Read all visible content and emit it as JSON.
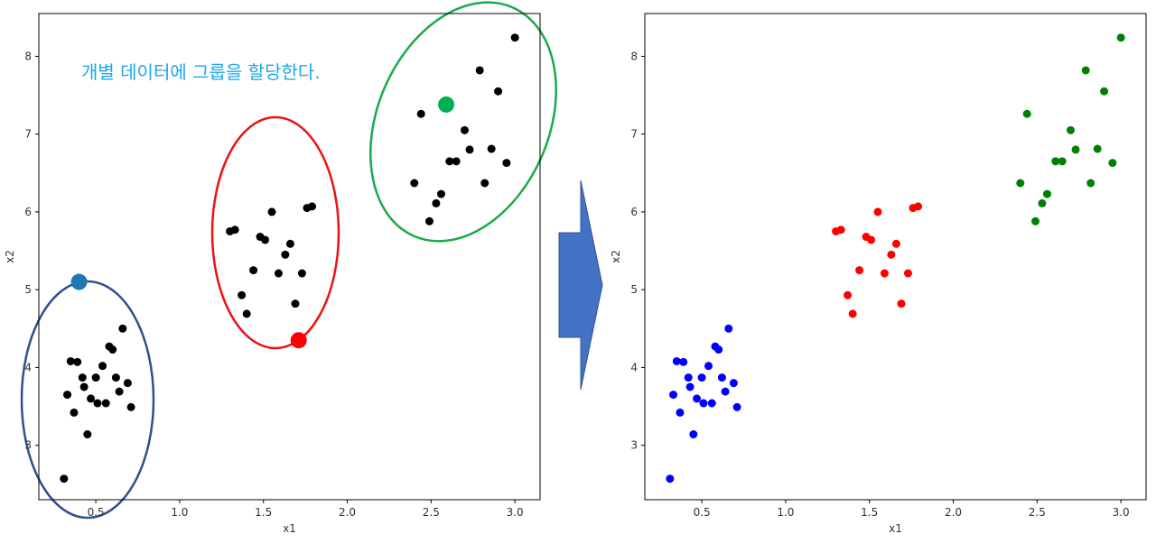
{
  "annotation": {
    "text": "개별 데이터에 그룹을 할당한다.",
    "color": "#1ba7e8"
  },
  "colors": {
    "unassigned": "#000000",
    "ellipse_blue": "#2f4f8f",
    "ellipse_red": "#ee1111",
    "ellipse_green": "#1aaa4a",
    "centroid_blue": "#1f77b4",
    "centroid_red": "#ff0000",
    "centroid_green": "#00b050",
    "arrow_fill": "#4472c4",
    "arrow_stroke": "#2f528f"
  },
  "chart_data": [
    {
      "type": "scatter",
      "xlabel": "x1",
      "ylabel": "x2",
      "xlim": [
        0.16,
        3.15
      ],
      "ylim": [
        2.3,
        8.55
      ],
      "xticks": [
        "0.5",
        "1.0",
        "1.5",
        "2.0",
        "2.5",
        "3.0"
      ],
      "yticks": [
        "3",
        "4",
        "5",
        "6",
        "7",
        "8"
      ],
      "grid": false,
      "series": [
        {
          "color": "#000000",
          "points": [
            [
              0.31,
              2.57
            ],
            [
              0.33,
              3.65
            ],
            [
              0.35,
              4.08
            ],
            [
              0.37,
              3.42
            ],
            [
              0.39,
              4.07
            ],
            [
              0.42,
              3.87
            ],
            [
              0.43,
              3.75
            ],
            [
              0.45,
              3.14
            ],
            [
              0.47,
              3.6
            ],
            [
              0.5,
              3.87
            ],
            [
              0.51,
              3.54
            ],
            [
              0.54,
              4.02
            ],
            [
              0.56,
              3.54
            ],
            [
              0.58,
              4.27
            ],
            [
              0.6,
              4.23
            ],
            [
              0.62,
              3.87
            ],
            [
              0.64,
              3.69
            ],
            [
              0.66,
              4.5
            ],
            [
              0.69,
              3.8
            ],
            [
              0.71,
              3.49
            ]
          ]
        },
        {
          "color": "#000000",
          "points": [
            [
              1.3,
              5.75
            ],
            [
              1.33,
              5.77
            ],
            [
              1.37,
              4.93
            ],
            [
              1.4,
              4.69
            ],
            [
              1.44,
              5.25
            ],
            [
              1.48,
              5.68
            ],
            [
              1.51,
              5.64
            ],
            [
              1.55,
              6.0
            ],
            [
              1.59,
              5.21
            ],
            [
              1.63,
              5.45
            ],
            [
              1.66,
              5.59
            ],
            [
              1.69,
              4.82
            ],
            [
              1.73,
              5.21
            ],
            [
              1.76,
              6.05
            ],
            [
              1.79,
              6.07
            ]
          ]
        },
        {
          "color": "#000000",
          "points": [
            [
              2.4,
              6.37
            ],
            [
              2.44,
              7.26
            ],
            [
              2.49,
              5.88
            ],
            [
              2.53,
              6.11
            ],
            [
              2.56,
              6.23
            ],
            [
              2.61,
              6.65
            ],
            [
              2.65,
              6.65
            ],
            [
              2.7,
              7.05
            ],
            [
              2.73,
              6.8
            ],
            [
              2.79,
              7.82
            ],
            [
              2.82,
              6.37
            ],
            [
              2.86,
              6.81
            ],
            [
              2.9,
              7.55
            ],
            [
              2.95,
              6.63
            ],
            [
              3.0,
              8.24
            ]
          ]
        }
      ],
      "centroids": [
        {
          "x": 0.4,
          "y": 5.1,
          "color": "#1f77b4"
        },
        {
          "x": 1.71,
          "y": 4.35,
          "color": "#ff0000"
        },
        {
          "x": 2.59,
          "y": 7.38,
          "color": "#00b050"
        }
      ]
    },
    {
      "type": "scatter",
      "xlabel": "x1",
      "ylabel": "x2",
      "xlim": [
        0.16,
        3.15
      ],
      "ylim": [
        2.3,
        8.55
      ],
      "xticks": [
        "0.5",
        "1.0",
        "1.5",
        "2.0",
        "2.5",
        "3.0"
      ],
      "yticks": [
        "3",
        "4",
        "5",
        "6",
        "7",
        "8"
      ],
      "grid": false,
      "series": [
        {
          "color": "#0000ff",
          "points": [
            [
              0.31,
              2.57
            ],
            [
              0.33,
              3.65
            ],
            [
              0.35,
              4.08
            ],
            [
              0.37,
              3.42
            ],
            [
              0.39,
              4.07
            ],
            [
              0.42,
              3.87
            ],
            [
              0.43,
              3.75
            ],
            [
              0.45,
              3.14
            ],
            [
              0.47,
              3.6
            ],
            [
              0.5,
              3.87
            ],
            [
              0.51,
              3.54
            ],
            [
              0.54,
              4.02
            ],
            [
              0.56,
              3.54
            ],
            [
              0.58,
              4.27
            ],
            [
              0.6,
              4.23
            ],
            [
              0.62,
              3.87
            ],
            [
              0.64,
              3.69
            ],
            [
              0.66,
              4.5
            ],
            [
              0.69,
              3.8
            ],
            [
              0.71,
              3.49
            ]
          ]
        },
        {
          "color": "#ff0000",
          "points": [
            [
              1.3,
              5.75
            ],
            [
              1.33,
              5.77
            ],
            [
              1.37,
              4.93
            ],
            [
              1.4,
              4.69
            ],
            [
              1.44,
              5.25
            ],
            [
              1.48,
              5.68
            ],
            [
              1.51,
              5.64
            ],
            [
              1.55,
              6.0
            ],
            [
              1.59,
              5.21
            ],
            [
              1.63,
              5.45
            ],
            [
              1.66,
              5.59
            ],
            [
              1.69,
              4.82
            ],
            [
              1.73,
              5.21
            ],
            [
              1.76,
              6.05
            ],
            [
              1.79,
              6.07
            ]
          ]
        },
        {
          "color": "#008000",
          "points": [
            [
              2.4,
              6.37
            ],
            [
              2.44,
              7.26
            ],
            [
              2.49,
              5.88
            ],
            [
              2.53,
              6.11
            ],
            [
              2.56,
              6.23
            ],
            [
              2.61,
              6.65
            ],
            [
              2.65,
              6.65
            ],
            [
              2.7,
              7.05
            ],
            [
              2.73,
              6.8
            ],
            [
              2.79,
              7.82
            ],
            [
              2.82,
              6.37
            ],
            [
              2.86,
              6.81
            ],
            [
              2.9,
              7.55
            ],
            [
              2.95,
              6.63
            ],
            [
              3.0,
              8.24
            ]
          ]
        }
      ]
    }
  ]
}
